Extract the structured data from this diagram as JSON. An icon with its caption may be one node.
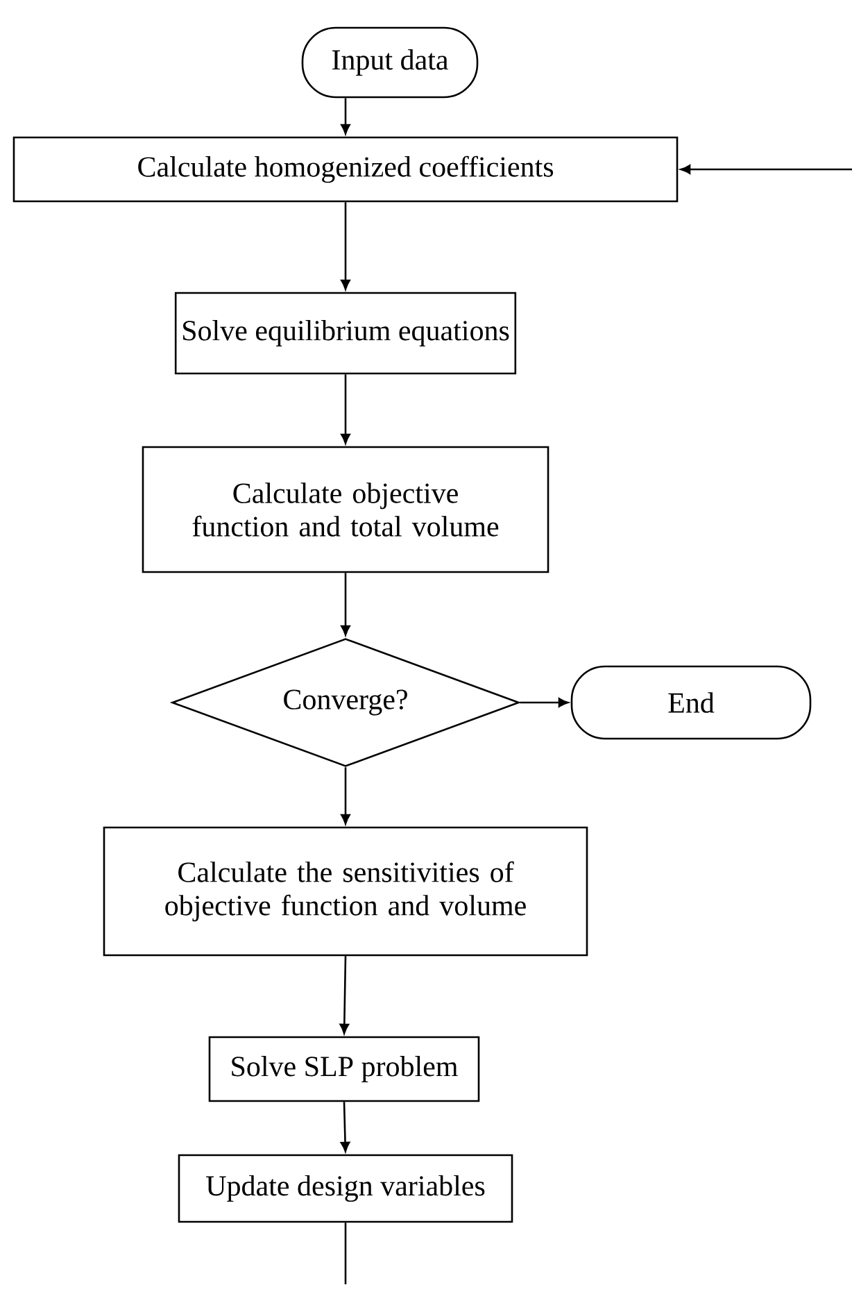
{
  "diagram": {
    "nodes": [
      {
        "text": [
          "Input data"
        ]
      },
      {
        "text": [
          "Calculate homogenized coefficients"
        ]
      },
      {
        "text": [
          "Solve equilibrium equations"
        ]
      },
      {
        "text": [
          "Calculate objective function and total volume"
        ]
      },
      {
        "text": [
          "Converge?"
        ]
      },
      {
        "text": [
          "End"
        ]
      },
      {
        "text": [
          "Calculate the sensitivities of objective function and volume"
        ]
      },
      {
        "text": [
          "Solve SLP problem"
        ]
      },
      {
        "text": [
          "Update design variables"
        ]
      }
    ],
    "edges": [
      {
        "from": 0,
        "to": 1,
        "arrow": "to"
      },
      {
        "from": 1,
        "to": 2,
        "arrow": "to"
      },
      {
        "from": 2,
        "to": 3,
        "arrow": "to"
      },
      {
        "from": 3,
        "to": 4,
        "arrow": "to"
      },
      {
        "from": 4,
        "to": 5,
        "arrow": "to"
      },
      {
        "from": 4,
        "to": 6,
        "arrow": "to"
      },
      {
        "from": 6,
        "to": 7,
        "arrow": "to"
      },
      {
        "from": 7,
        "to": 8,
        "arrow": "to"
      },
      {
        "from": 8,
        "to": null,
        "arrow": "none"
      },
      {
        "from": null,
        "to": 1,
        "arrow": "to"
      }
    ]
  }
}
